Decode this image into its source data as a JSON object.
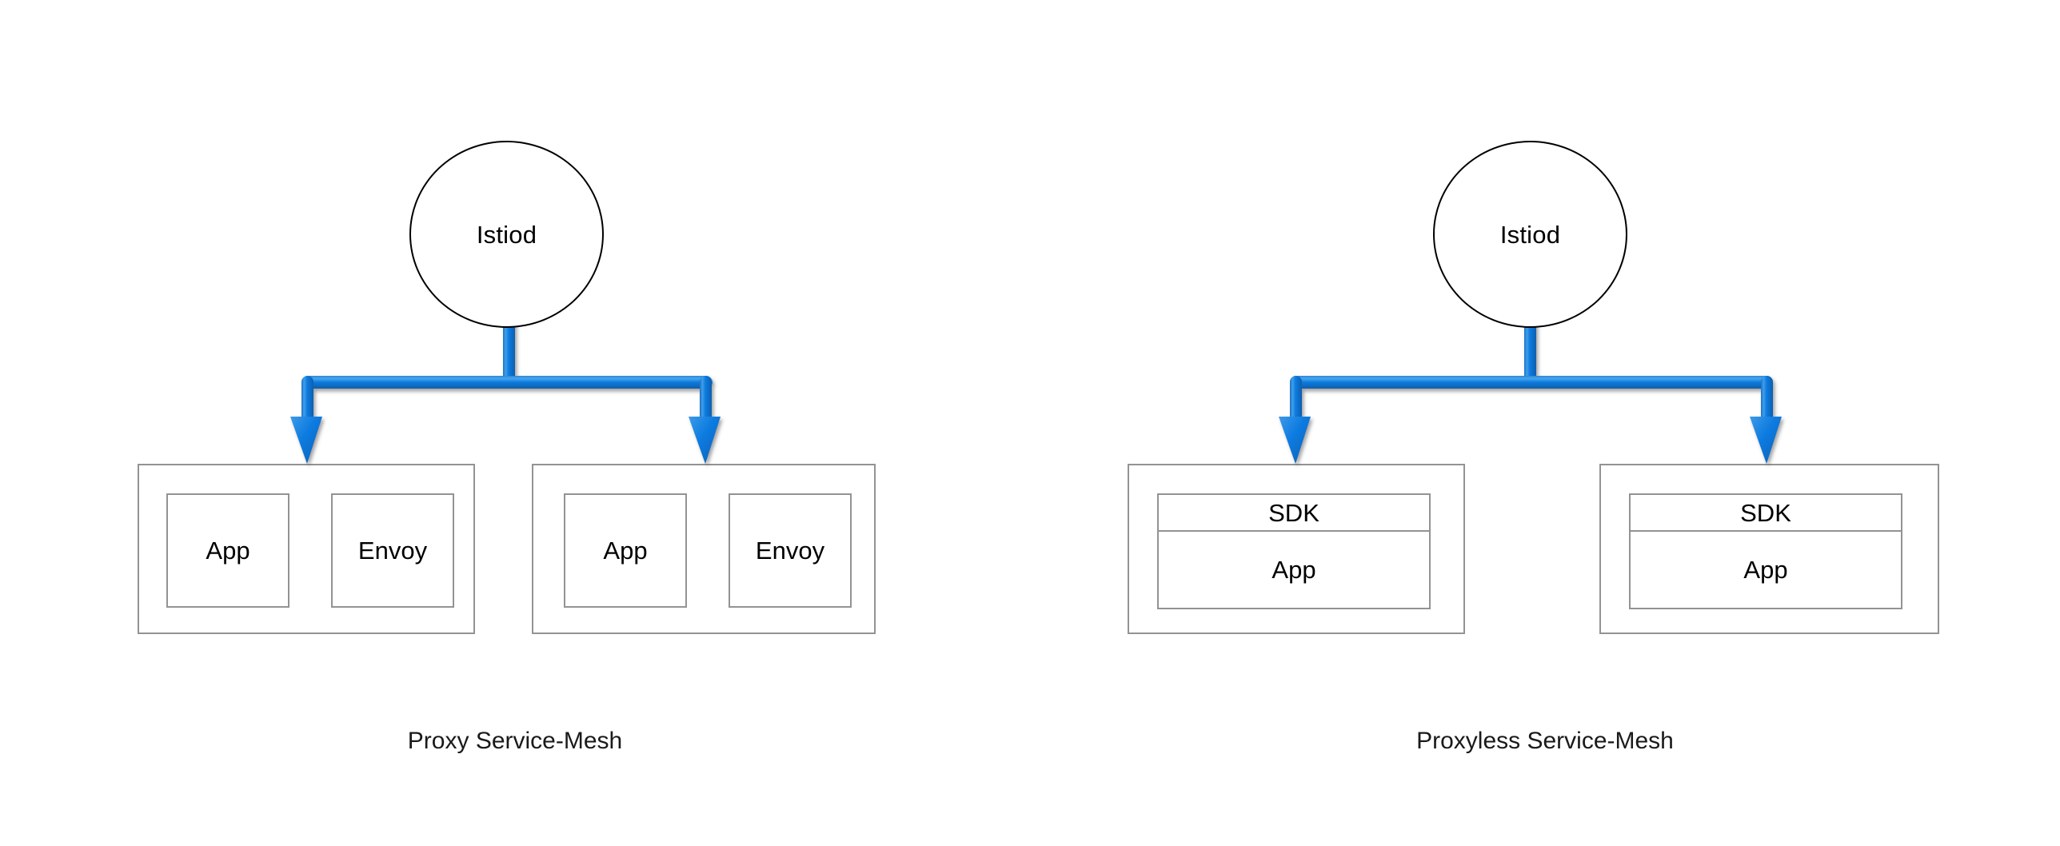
{
  "diagram": {
    "title_left": "Proxy Service-Mesh",
    "title_right": "Proxyless Service-Mesh",
    "accent_color": "#0b7ae0",
    "box_border_color": "#939393",
    "circle_border_color": "#000000",
    "background_color": "#ffffff"
  },
  "panels": [
    {
      "id": "proxy",
      "caption": "Proxy Service-Mesh",
      "control_plane": {
        "label": "Istiod",
        "shape": "circle"
      },
      "pods": [
        {
          "name": "pod-1",
          "layout": "side-by-side",
          "components": [
            {
              "label": "App"
            },
            {
              "label": "Envoy"
            }
          ]
        },
        {
          "name": "pod-2",
          "layout": "side-by-side",
          "components": [
            {
              "label": "App"
            },
            {
              "label": "Envoy"
            }
          ]
        }
      ],
      "connections": [
        {
          "from": "Istiod",
          "to": "pod-1",
          "style": "elbow-arrow",
          "color": "#0b7ae0"
        },
        {
          "from": "Istiod",
          "to": "pod-2",
          "style": "elbow-arrow",
          "color": "#0b7ae0"
        }
      ]
    },
    {
      "id": "proxyless",
      "caption": "Proxyless Service-Mesh",
      "control_plane": {
        "label": "Istiod",
        "shape": "circle"
      },
      "pods": [
        {
          "name": "pod-3",
          "layout": "stacked",
          "components": [
            {
              "label": "SDK"
            },
            {
              "label": "App"
            }
          ]
        },
        {
          "name": "pod-4",
          "layout": "stacked",
          "components": [
            {
              "label": "SDK"
            },
            {
              "label": "App"
            }
          ]
        }
      ],
      "connections": [
        {
          "from": "Istiod",
          "to": "pod-3",
          "style": "elbow-arrow",
          "color": "#0b7ae0"
        },
        {
          "from": "Istiod",
          "to": "pod-4",
          "style": "elbow-arrow",
          "color": "#0b7ae0"
        }
      ]
    }
  ]
}
